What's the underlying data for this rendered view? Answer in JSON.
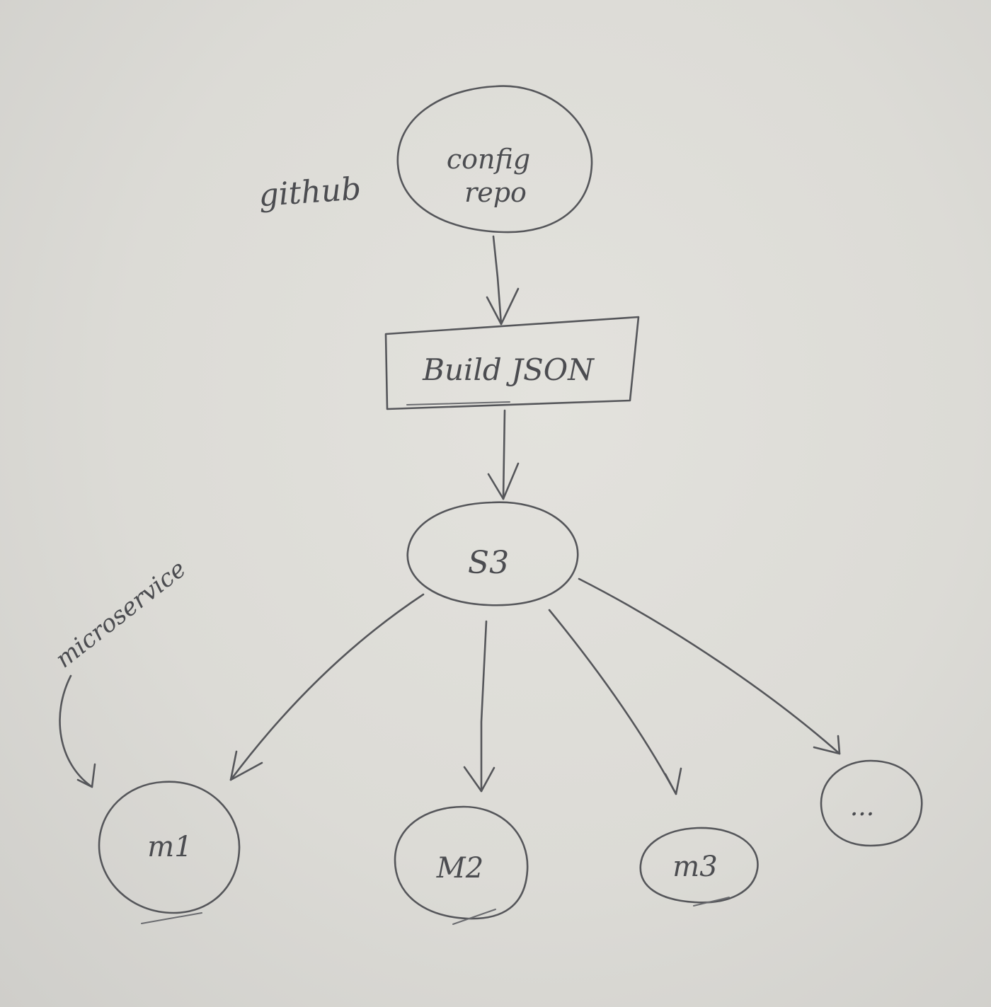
{
  "diagram": {
    "nodes": [
      {
        "id": "config-repo",
        "shape": "circle",
        "lines": [
          "config",
          "repo"
        ]
      },
      {
        "id": "build-json",
        "shape": "box",
        "lines": [
          "Build JSON"
        ]
      },
      {
        "id": "s3",
        "shape": "ellipse",
        "lines": [
          "S3"
        ]
      },
      {
        "id": "m1",
        "shape": "circle",
        "lines": [
          "m1"
        ]
      },
      {
        "id": "m2",
        "shape": "circle",
        "lines": [
          "M2"
        ]
      },
      {
        "id": "m3",
        "shape": "ellipse",
        "lines": [
          "m3"
        ]
      },
      {
        "id": "more",
        "shape": "circle",
        "lines": [
          "..."
        ]
      }
    ],
    "edges": [
      {
        "from": "config-repo",
        "to": "build-json"
      },
      {
        "from": "build-json",
        "to": "s3"
      },
      {
        "from": "s3",
        "to": "m1"
      },
      {
        "from": "s3",
        "to": "m2"
      },
      {
        "from": "s3",
        "to": "m3"
      },
      {
        "from": "s3",
        "to": "more"
      }
    ],
    "annotations": {
      "github": "github",
      "microservice": "microservice"
    }
  },
  "style": {
    "paper": "#dcdbd6",
    "pencil": "#55565a"
  }
}
